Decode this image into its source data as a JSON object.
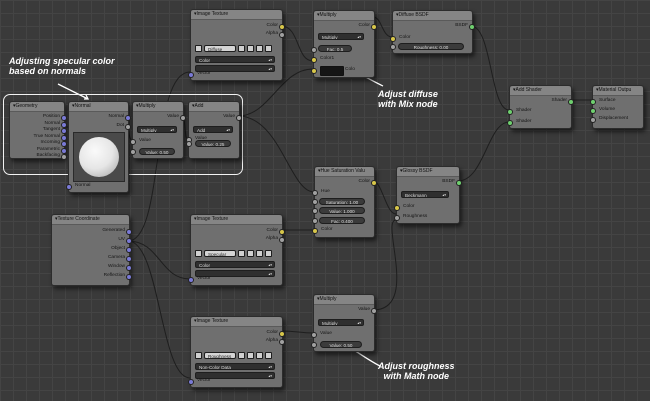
{
  "annotations": {
    "specular_line1": "Adjusting specular color",
    "specular_line2": "based on normals",
    "diffuse_line1": "Adjust diffuse",
    "diffuse_line2": "with Mix node",
    "roughness_line1": "Adjust roughness",
    "roughness_line2": "with Math node"
  },
  "nodes": {
    "image_texture_1": {
      "title": "Image Texture",
      "out_color": "Color",
      "out_alpha": "Alpha",
      "image_name": "Diffuse",
      "colorspace": "Color",
      "in_vector": "Vector"
    },
    "multiply_mix": {
      "title": "Multiply",
      "out_color": "Color",
      "blend_mode": "Multiply",
      "fac": "Fac: 0.5",
      "in_color1": "Color1",
      "in_color2": "Colo"
    },
    "diffuse_bsdf": {
      "title": "Diffuse BSDF",
      "out_bsdf": "BSDF",
      "in_color": "Color",
      "roughness": "Roughness: 0.00"
    },
    "geometry": {
      "title": "Geometry",
      "outputs": [
        "Position",
        "Normal",
        "Tangent",
        "True Normal",
        "Incoming",
        "Parametric",
        "Backfacing"
      ]
    },
    "normal": {
      "title": "Normal",
      "out_normal": "Normal",
      "out_dot": "Dot",
      "in_normal": "Normal"
    },
    "multiply_math1": {
      "title": "Multiply",
      "out_value": "Value",
      "operation": "Multiply",
      "in_value": "Value",
      "value_field": "Value: 0.50"
    },
    "add_math": {
      "title": "Add",
      "out_value": "Value",
      "operation": "Add",
      "in_value": "Value",
      "value_field": "Value: 0.25"
    },
    "add_shader": {
      "title": "Add Shader",
      "out_shader": "Shader",
      "in_shader1": "Shader",
      "in_shader2": "Shader"
    },
    "material_output": {
      "title": "Material Outpu",
      "in_surface": "Surface",
      "in_volume": "Volume",
      "in_displacement": "Displacement"
    },
    "hue_saturation": {
      "title": "Hue Saturation Valu",
      "out_color": "Color",
      "in_hue": "Hue",
      "saturation": "Saturation: 1.00",
      "value": "Value: 1.000",
      "fac": "Fac: 0.400",
      "in_color": "Color"
    },
    "glossy_bsdf": {
      "title": "Glossy BSDF",
      "out_bsdf": "BSDF",
      "distribution": "Beckmann",
      "in_color": "Color",
      "in_roughness": "Roughness"
    },
    "texture_coordinate": {
      "title": "Texture Coordinate",
      "outputs": [
        "Generated",
        "UV",
        "Object",
        "Camera",
        "Window",
        "Reflection"
      ]
    },
    "image_texture_2": {
      "title": "Image Texture",
      "out_color": "Color",
      "out_alpha": "Alpha",
      "image_name": "Specular",
      "colorspace": "Color",
      "in_vector": "Vector"
    },
    "image_texture_3": {
      "title": "Image Texture",
      "out_color": "Color",
      "out_alpha": "Alpha",
      "image_name": "Roughness",
      "colorspace": "Non-Color Data",
      "in_vector": "Vector"
    },
    "multiply_math2": {
      "title": "Multiply",
      "out_value": "Value",
      "operation": "Multiply",
      "in_value": "Value",
      "value_field": "Value: 0.50"
    }
  },
  "colors": {
    "background": "#3a3a3a",
    "node_body": "#6f6f6f",
    "node_header": "#858585",
    "socket_color": "#d8c74a",
    "socket_value": "#a1a1a1",
    "socket_vector": "#7a7ad6",
    "socket_shader": "#6fd06f",
    "annotation": "#ffffff"
  }
}
